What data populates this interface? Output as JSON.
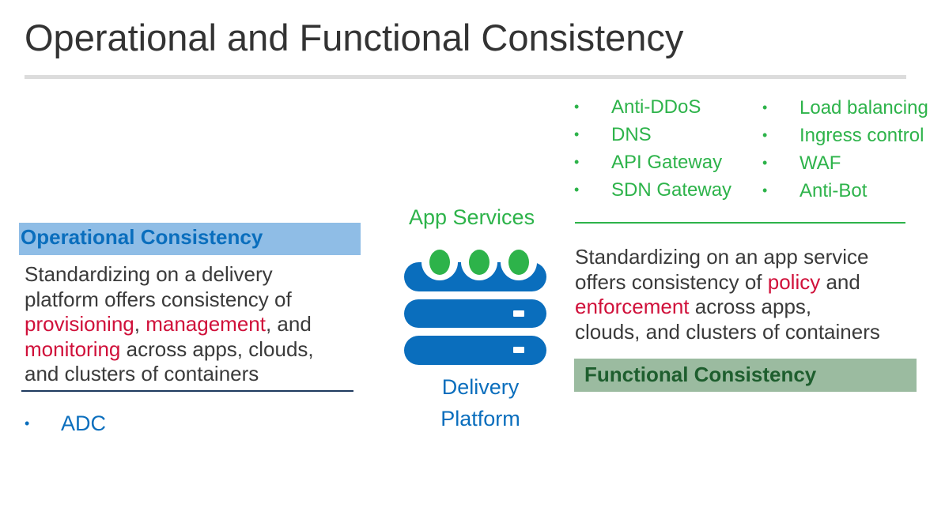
{
  "title": "Operational and Functional Consistency",
  "app_services": {
    "label": "App Services",
    "bullet": "•",
    "items_left": [
      "Anti-DDoS",
      "DNS",
      "API Gateway",
      "SDN Gateway"
    ],
    "items_right": [
      "Load balancing",
      "Ingress control",
      "WAF",
      "Anti-Bot"
    ]
  },
  "operational": {
    "header": "Operational Consistency",
    "description": {
      "line1": "Standardizing on a delivery",
      "line2": "platform offers consistency of",
      "highlight1": "provisioning",
      "sep1": ", ",
      "highlight2": "management",
      "sep2": ", and",
      "highlight3": "monitoring",
      "line4_rest": " across apps, clouds,",
      "line5": "and clusters of containers"
    },
    "items": [
      "ADC"
    ]
  },
  "functional": {
    "header": "Functional Consistency",
    "description": {
      "line1": "Standardizing on an app service",
      "line2_pre": "offers consistency of ",
      "highlight1": "policy",
      "line2_post": " and",
      "highlight2": "enforcement",
      "line3_post": " across apps,",
      "line4": "clouds, and clusters of containers"
    }
  },
  "delivery_platform": {
    "line1": "Delivery",
    "line2": "Platform"
  },
  "colors": {
    "green": "#2db34a",
    "blue": "#0a6ebd",
    "red": "#d0103a",
    "op_header_bg": "#8fbde6",
    "fn_header_bg": "#9bbba0",
    "fn_header_text": "#1e5e2e"
  },
  "icons": {
    "server": "server-rack-icon"
  }
}
